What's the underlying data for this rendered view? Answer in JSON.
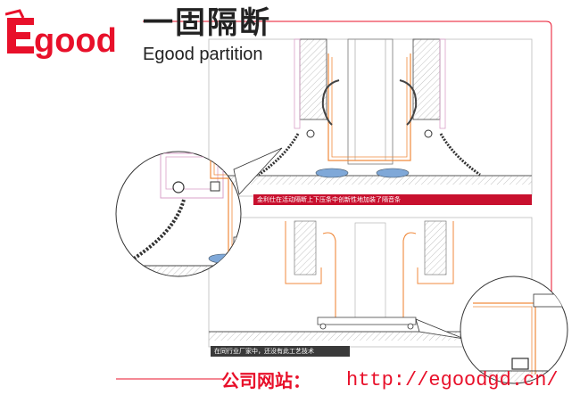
{
  "brand": {
    "logo_text": "Egood",
    "name_cn": "一固隔断",
    "name_en": "Egood partition"
  },
  "captions": {
    "top": "金利仕在活动隔断上下压条中创新性地加装了隔音条",
    "bottom": "在同行业厂家中，还没有此工艺技术"
  },
  "footer": {
    "website_label": "公司网站：",
    "website_url": "http://egoodgd.cn/"
  },
  "colors": {
    "brand_red": "#e8102a",
    "caption_bar_top": "#c8102e",
    "caption_bar_bottom": "#3a3a3a",
    "profile_orange": "#f08a3c",
    "profile_pink": "#d9a0c8",
    "seal_blue": "#7fa8d8"
  }
}
